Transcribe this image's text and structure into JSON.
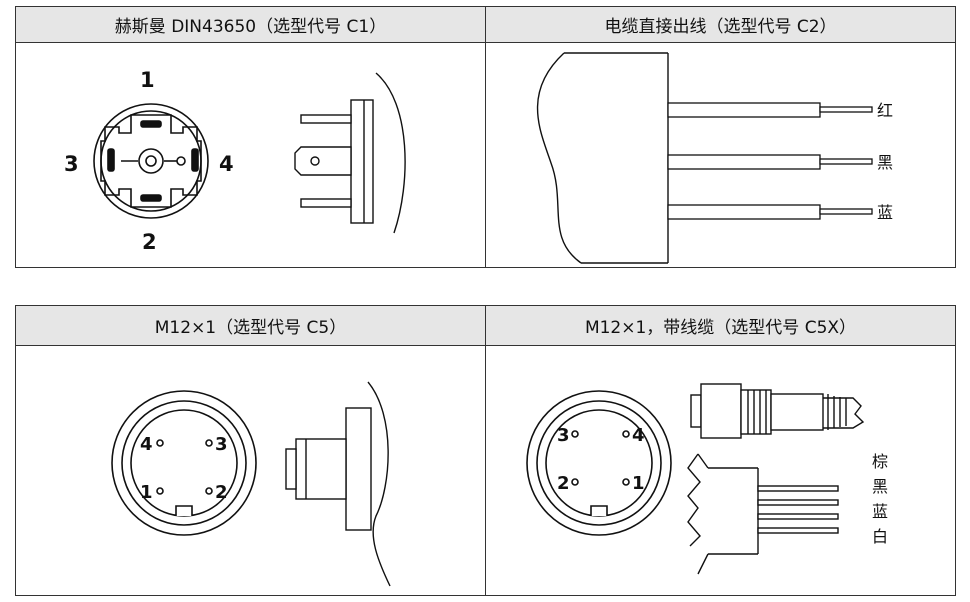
{
  "panels": [
    {
      "title": "赫斯曼  DIN43650（选型代号 C1）",
      "pins": [
        "1",
        "2",
        "3",
        "4"
      ]
    },
    {
      "title": "电缆直接出线（选型代号 C2）",
      "wires": [
        "红",
        "黑",
        "蓝"
      ]
    },
    {
      "title": "M12×1（选型代号 C5）",
      "pins": [
        "4",
        "3",
        "1",
        "2"
      ]
    },
    {
      "title": "M12×1，带线缆（选型代号 C5X）",
      "pins": [
        "3",
        "4",
        "2",
        "1"
      ],
      "wires": [
        "棕",
        "黑",
        "蓝",
        "白"
      ]
    }
  ]
}
